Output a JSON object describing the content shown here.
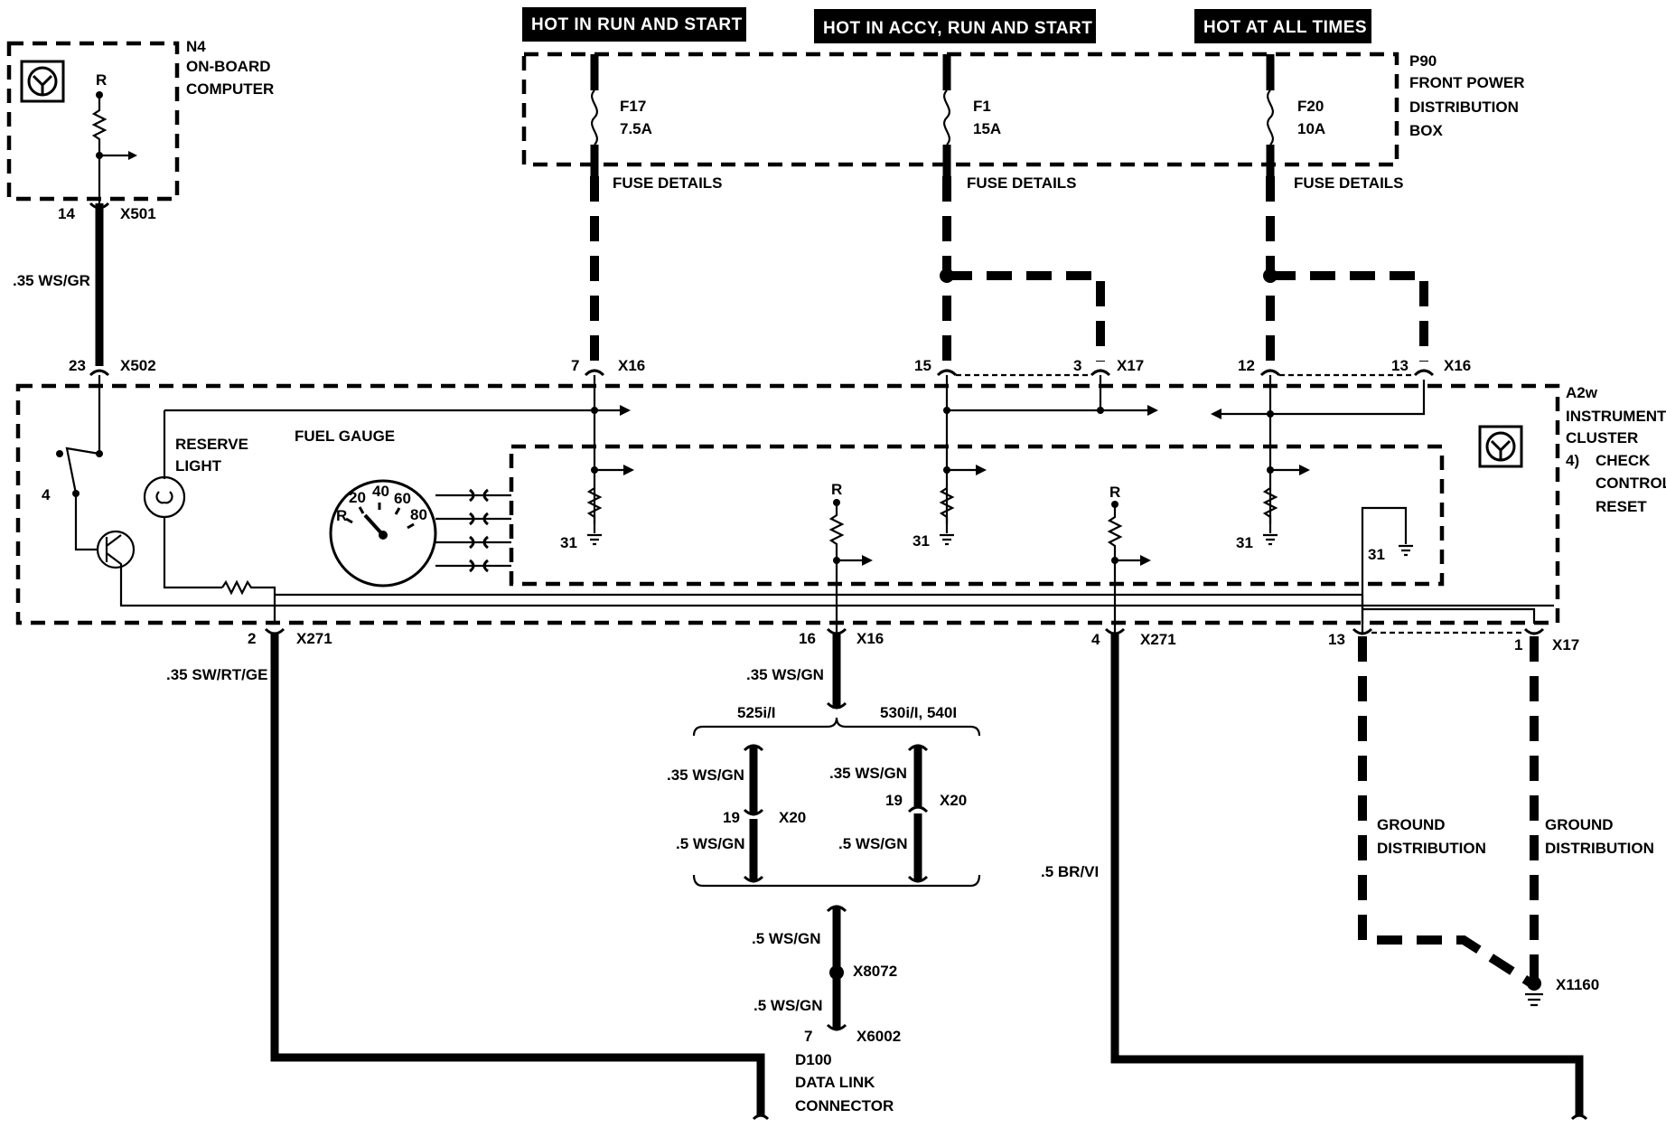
{
  "headers": {
    "run_start": "HOT IN RUN AND START",
    "accy_run_start": "HOT IN ACCY, RUN AND START",
    "all_times": "HOT AT ALL TIMES"
  },
  "components": {
    "n4_id": "N4",
    "n4_name1": "ON-BOARD",
    "n4_name2": "COMPUTER",
    "p90_id": "P90",
    "p90_name1": "FRONT POWER",
    "p90_name2": "DISTRIBUTION",
    "p90_name3": "BOX",
    "a2w_id": "A2w",
    "a2w_name1": "INSTRUMENT",
    "a2w_name2": "CLUSTER",
    "a2w_note_num": "4)",
    "a2w_note1": "CHECK",
    "a2w_note2": "CONTROL",
    "a2w_note3": "RESET",
    "d100_id": "D100",
    "d100_name1": "DATA LINK",
    "d100_name2": "CONNECTOR",
    "reserve1": "RESERVE",
    "reserve2": "LIGHT",
    "fuel_gauge": "FUEL GAUGE",
    "ground_dist1": "GROUND",
    "ground_dist2": "DISTRIBUTION"
  },
  "fuses": {
    "f17": "F17",
    "f17_amp": "7.5A",
    "f1": "F1",
    "f1_amp": "15A",
    "f20": "F20",
    "f20_amp": "10A",
    "details": "FUSE DETAILS"
  },
  "gauge": {
    "r": "R",
    "t20": "20",
    "t40": "40",
    "t60": "60",
    "t80": "80"
  },
  "resistor_r": "R",
  "ground_31": "31",
  "pins": {
    "p14": "14",
    "p23": "23",
    "p7": "7",
    "p15": "15",
    "p3": "3",
    "p12": "12",
    "p13": "13",
    "p4": "4",
    "p2": "2",
    "p16": "16",
    "p4b": "4",
    "p13b": "13",
    "p1": "1",
    "p19a": "19",
    "p19b": "19",
    "p7b": "7"
  },
  "connectors": {
    "x501": "X501",
    "x502": "X502",
    "x16": "X16",
    "x17": "X17",
    "x271": "X271",
    "x20": "X20",
    "x8072": "X8072",
    "x6002": "X6002",
    "x1160": "X1160"
  },
  "wires": {
    "ws_gr": ".35 WS/GR",
    "sw_rt_ge": ".35  SW/RT/GE",
    "ws_gn_35": ".35 WS/GN",
    "ws_gn_5": ".5 WS/GN",
    "br_vi": ".5 BR/VI"
  },
  "variants": {
    "v525": "525i/I",
    "v530": "530i/I, 540I"
  }
}
